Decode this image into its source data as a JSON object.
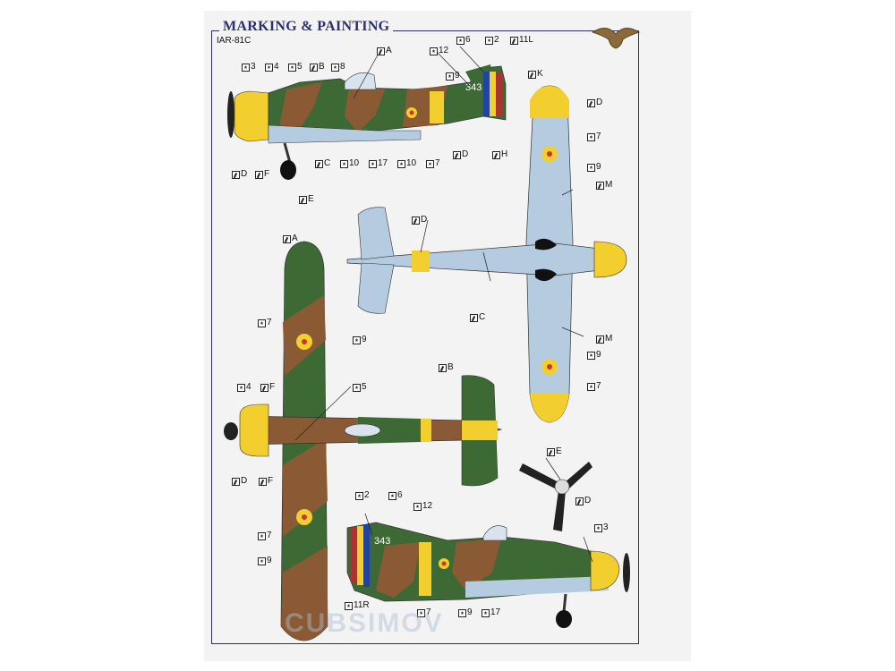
{
  "header": {
    "title": "MARKING & PAINTING",
    "subtitle": "IAR-81C"
  },
  "aircraft_code": "343",
  "watermark": "CUBSIMOV",
  "colors": {
    "yellow": "#f2cf2e",
    "green": "#3d6a34",
    "brown": "#8a5a35",
    "light_blue": "#b4cbe0",
    "frame": "#2b2f6e"
  },
  "legend_icons": {
    "paint": "paint-brush-icon",
    "decal": "decal-star-icon"
  },
  "callouts": [
    {
      "id": "c1",
      "type": "paint",
      "text": "A"
    },
    {
      "id": "c2",
      "type": "decal",
      "text": "12"
    },
    {
      "id": "c3",
      "type": "decal",
      "text": "6"
    },
    {
      "id": "c4",
      "type": "decal",
      "text": "2"
    },
    {
      "id": "c5",
      "type": "paint",
      "text": "11L"
    },
    {
      "id": "c6",
      "type": "decal",
      "text": "3"
    },
    {
      "id": "c7",
      "type": "decal",
      "text": "4"
    },
    {
      "id": "c8",
      "type": "decal",
      "text": "5"
    },
    {
      "id": "c9",
      "type": "paint",
      "text": "B"
    },
    {
      "id": "c10",
      "type": "decal",
      "text": "8"
    },
    {
      "id": "c11",
      "type": "decal",
      "text": "9"
    },
    {
      "id": "c12",
      "type": "paint",
      "text": "K"
    },
    {
      "id": "c13",
      "type": "paint",
      "text": "D"
    },
    {
      "id": "c14",
      "type": "decal",
      "text": "7"
    },
    {
      "id": "c15",
      "type": "decal",
      "text": "9"
    },
    {
      "id": "c16",
      "type": "paint",
      "text": "D"
    },
    {
      "id": "c17",
      "type": "paint",
      "text": "F"
    },
    {
      "id": "c18",
      "type": "paint",
      "text": "C"
    },
    {
      "id": "c19",
      "type": "decal",
      "text": "10"
    },
    {
      "id": "c20",
      "type": "decal",
      "text": "17"
    },
    {
      "id": "c21",
      "type": "decal",
      "text": "10"
    },
    {
      "id": "c22",
      "type": "decal",
      "text": "7"
    },
    {
      "id": "c23",
      "type": "paint",
      "text": "D"
    },
    {
      "id": "c24",
      "type": "paint",
      "text": "H"
    },
    {
      "id": "c25",
      "type": "paint",
      "text": "E"
    },
    {
      "id": "c26",
      "type": "paint",
      "text": "M"
    },
    {
      "id": "c27",
      "type": "paint",
      "text": "D"
    },
    {
      "id": "c28",
      "type": "paint",
      "text": "A"
    },
    {
      "id": "c29",
      "type": "paint",
      "text": "C"
    },
    {
      "id": "c30",
      "type": "decal",
      "text": "7"
    },
    {
      "id": "c31",
      "type": "decal",
      "text": "9"
    },
    {
      "id": "c32",
      "type": "paint",
      "text": "M"
    },
    {
      "id": "c33",
      "type": "decal",
      "text": "9"
    },
    {
      "id": "c34",
      "type": "decal",
      "text": "7"
    },
    {
      "id": "c35",
      "type": "paint",
      "text": "B"
    },
    {
      "id": "c36",
      "type": "decal",
      "text": "4"
    },
    {
      "id": "c37",
      "type": "paint",
      "text": "F"
    },
    {
      "id": "c38",
      "type": "decal",
      "text": "5"
    },
    {
      "id": "c39",
      "type": "paint",
      "text": "D"
    },
    {
      "id": "c40",
      "type": "paint",
      "text": "F"
    },
    {
      "id": "c41",
      "type": "paint",
      "text": "E"
    },
    {
      "id": "c42",
      "type": "paint",
      "text": "D"
    },
    {
      "id": "c43",
      "type": "decal",
      "text": "2"
    },
    {
      "id": "c44",
      "type": "decal",
      "text": "6"
    },
    {
      "id": "c45",
      "type": "decal",
      "text": "12"
    },
    {
      "id": "c46",
      "type": "decal",
      "text": "7"
    },
    {
      "id": "c47",
      "type": "decal",
      "text": "3"
    },
    {
      "id": "c48",
      "type": "decal",
      "text": "9"
    },
    {
      "id": "c49",
      "type": "decal",
      "text": "11R"
    },
    {
      "id": "c50",
      "type": "decal",
      "text": "7"
    },
    {
      "id": "c51",
      "type": "decal",
      "text": "9"
    },
    {
      "id": "c52",
      "type": "decal",
      "text": "17"
    }
  ]
}
